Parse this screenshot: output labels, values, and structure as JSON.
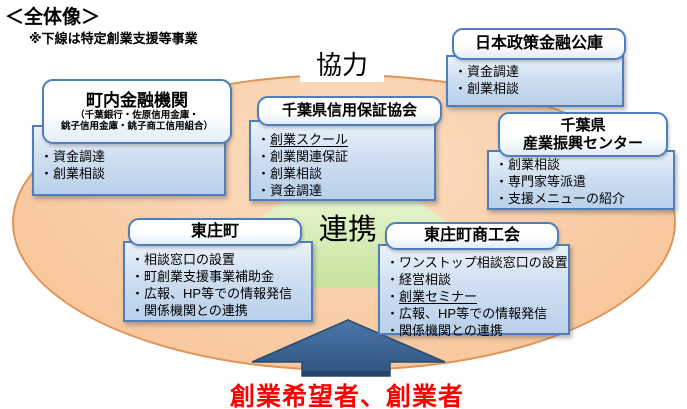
{
  "page": {
    "title": "＜全体像＞",
    "note": "※下線は特定創業支援等事業",
    "bullet_char": "・"
  },
  "labels": {
    "cooperation": "協力",
    "collaboration": "連携",
    "target_audience": "創業希望者、創業者"
  },
  "colors": {
    "ellipse_fill": "#f9cda6",
    "ellipse_border": "#de9557",
    "box_border": "#4e7fba",
    "box_body_top": "#eaf2fa",
    "box_body_bottom": "#b9d0ea",
    "hexagon_top": "#e6f4cf",
    "hexagon_bottom": "#c8e49e",
    "arrow_fill_top": "#4a77a9",
    "arrow_fill_bottom": "#2e547e",
    "arrow_border": "#284a6e",
    "target_text": "#fe0000"
  },
  "boxes": [
    {
      "id": "town-financial-institutions",
      "title": "町内金融機関",
      "subtitle_lines": [
        "（千葉銀行・佐原信用金庫・",
        "銚子信用金庫・銚子商工信用組合）"
      ],
      "items": [
        {
          "text": "資金調達",
          "underline": false
        },
        {
          "text": "創業相談",
          "underline": false
        }
      ]
    },
    {
      "id": "chiba-credit-guarantee-association",
      "title": "千葉県信用保証協会",
      "items": [
        {
          "text": "創業スクール",
          "underline": true
        },
        {
          "text": "創業関連保証",
          "underline": false
        },
        {
          "text": "創業相談",
          "underline": false
        },
        {
          "text": "資金調達",
          "underline": false
        }
      ]
    },
    {
      "id": "japan-finance-corporation",
      "title": "日本政策金融公庫",
      "items": [
        {
          "text": "資金調達",
          "underline": false
        },
        {
          "text": "創業相談",
          "underline": false
        }
      ]
    },
    {
      "id": "chiba-industry-advancement-center",
      "title_lines": [
        "千葉県",
        "産業振興センター"
      ],
      "items": [
        {
          "text": "創業相談",
          "underline": false
        },
        {
          "text": "専門家等派遣",
          "underline": false
        },
        {
          "text": "支援メニューの紹介",
          "underline": false
        }
      ]
    },
    {
      "id": "tonosho-town",
      "title": "東庄町",
      "items": [
        {
          "text": "相談窓口の設置",
          "underline": false
        },
        {
          "text": "町創業支援事業補助金",
          "underline": false
        },
        {
          "text": "広報、HP等での情報発信",
          "underline": false
        },
        {
          "text": "関係機関との連携",
          "underline": false
        }
      ]
    },
    {
      "id": "tonosho-chamber-of-commerce",
      "title": "東庄町商工会",
      "items": [
        {
          "text": "ワンストップ相談窓口の設置",
          "underline": false
        },
        {
          "text": "経営相談",
          "underline": false
        },
        {
          "text": "創業セミナー",
          "underline": true
        },
        {
          "text": "広報、HP等での情報発信",
          "underline": false
        },
        {
          "text": "関係機関との連携",
          "underline": false
        }
      ]
    }
  ]
}
